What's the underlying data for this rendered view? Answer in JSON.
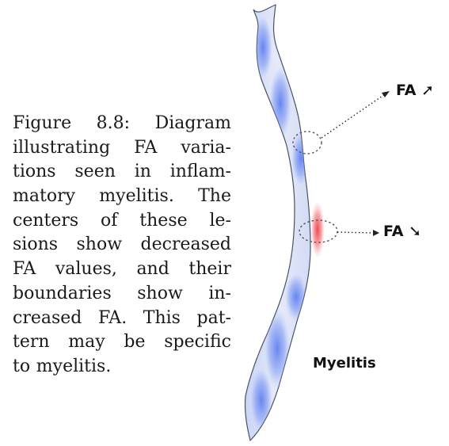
{
  "caption": {
    "lines": [
      [
        "Figure",
        "8.8:",
        "Diagram"
      ],
      [
        "illustrating",
        "FA",
        "varia-"
      ],
      [
        "tions",
        "seen",
        "in",
        "inflam-"
      ],
      [
        "matory",
        "myelitis.",
        "The"
      ],
      [
        "centers",
        "of",
        "these",
        "le-"
      ],
      [
        "sions",
        "show",
        "decreased"
      ],
      [
        "FA",
        "values,",
        "and",
        "their"
      ],
      [
        "boundaries",
        "show",
        "in-"
      ],
      [
        "creased",
        "FA.",
        "This",
        "pat-"
      ],
      [
        "tern",
        "may",
        "be",
        "specific"
      ],
      [
        "to",
        "myelitis."
      ]
    ]
  },
  "figure": {
    "label_fa_increase": "FA ➚",
    "label_fa_decrease": "FA ➘",
    "label_condition": "Myelitis",
    "colors": {
      "cord_fill": "#dfe6f8",
      "cord_edge": "#4a5266",
      "hyperintense_blue": "#6f8ef2",
      "lesion_red": "#ee4d55",
      "ellipse_stroke": "#555555",
      "arrow_stroke": "#222222"
    }
  }
}
